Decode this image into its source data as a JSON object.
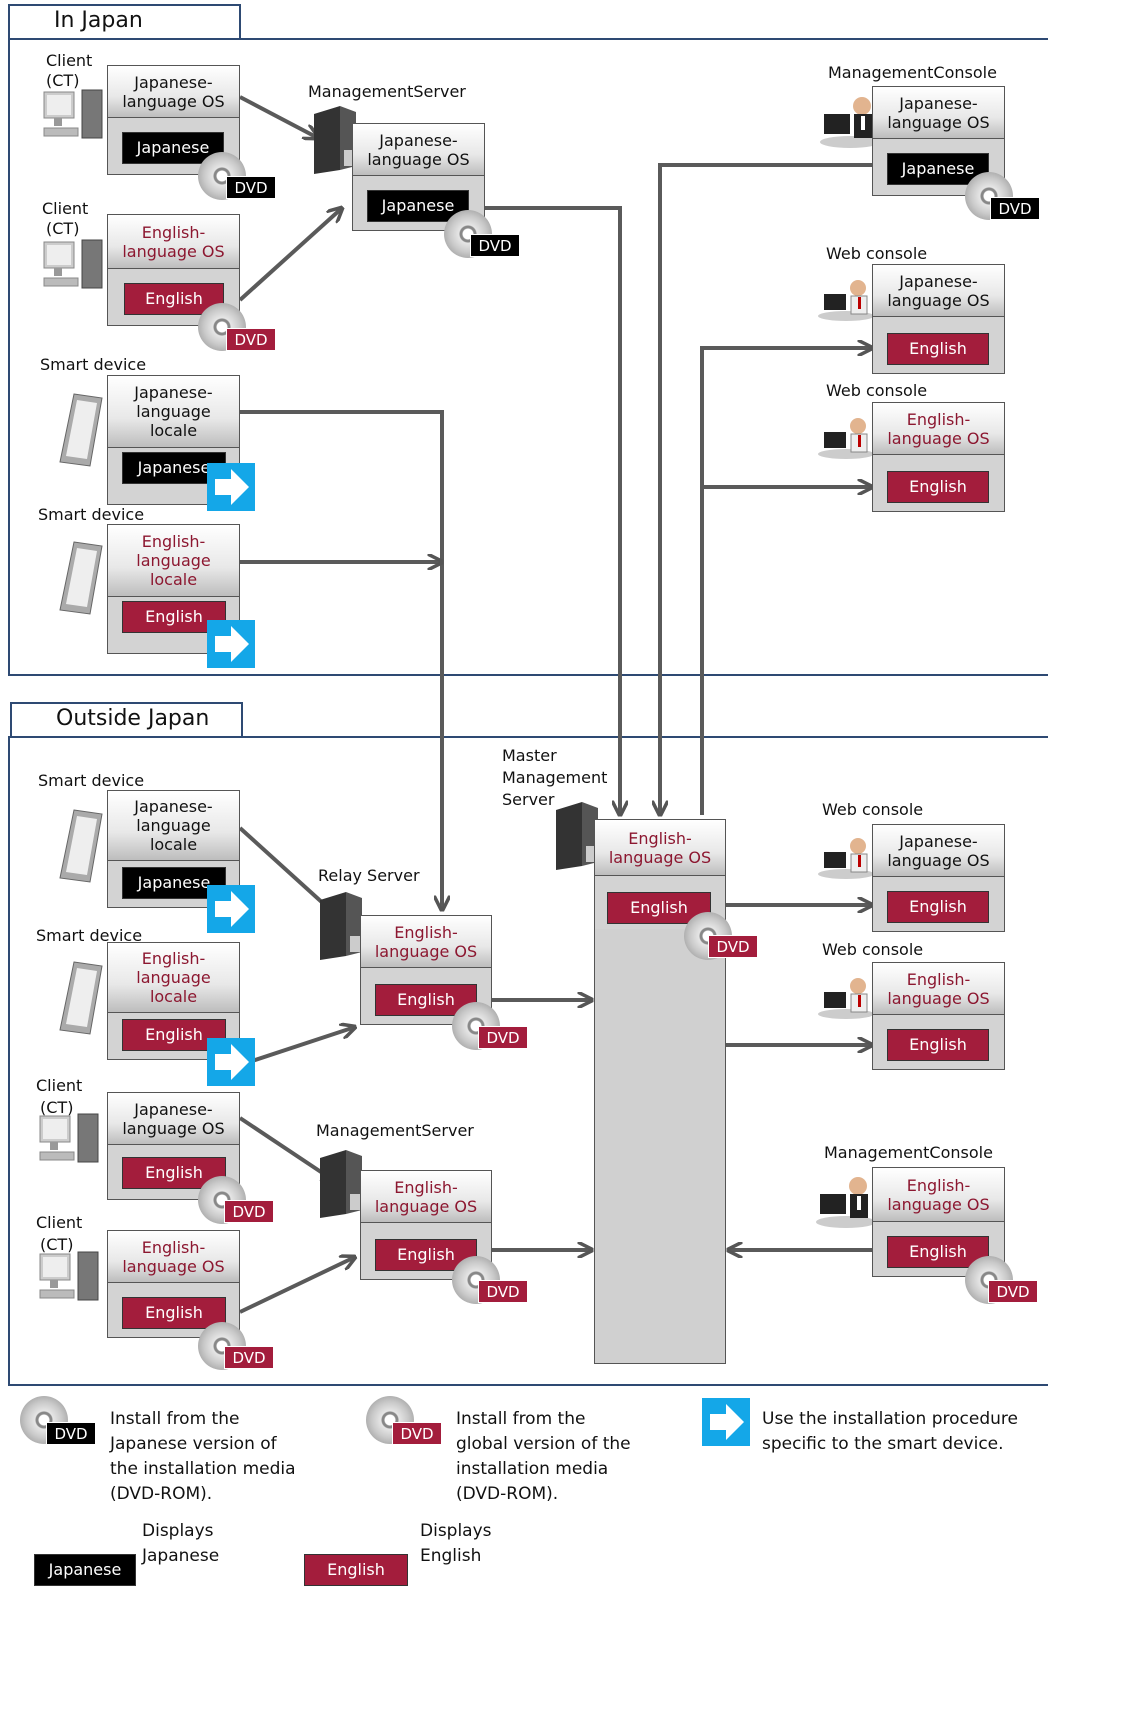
{
  "regions": {
    "japan_title": "In Japan",
    "outside_title": "Outside Japan"
  },
  "labels": {
    "client": "Client",
    "client_ct": "(CT)",
    "smart_device": "Smart device",
    "management_server": "ManagementServer",
    "management_console": "ManagementConsole",
    "web_console": "Web console",
    "relay_server": "Relay Server",
    "master_management_server_1": "Master",
    "master_management_server_2": "Management",
    "master_management_server_3": "Server"
  },
  "os": {
    "ja_os_1": "Japanese-",
    "ja_os_2": "language OS",
    "en_os_1": "English-",
    "en_os_2": "language OS",
    "ja_locale_1": "Japanese-",
    "ja_locale_2": "language",
    "ja_locale_3": "locale",
    "en_locale_1": "English-",
    "en_locale_2": "language",
    "en_locale_3": "locale"
  },
  "badges": {
    "japanese": "Japanese",
    "english": "English",
    "dvd": "DVD"
  },
  "legend": {
    "ja_dvd_text_1": "Install  from the",
    "ja_dvd_text_2": "Japanese version of",
    "ja_dvd_text_3": "the installation  media",
    "ja_dvd_text_4": "(DVD-ROM).",
    "en_dvd_text_1": "Install  from the",
    "en_dvd_text_2": "global version of the",
    "en_dvd_text_3": "installation  media",
    "en_dvd_text_4": "(DVD-ROM).",
    "smart_text_1": "Use the installation  procedure",
    "smart_text_2": "specific to the smart device.",
    "displays": "Displays",
    "japanese": "Japanese",
    "english": "English"
  },
  "colors": {
    "region_border": "#2e4a73",
    "english_badge": "#a31d3c",
    "japanese_badge": "#000000",
    "english_text": "#8c1730",
    "smart_device_icon": "#14a7e8",
    "arrow": "#555555"
  }
}
